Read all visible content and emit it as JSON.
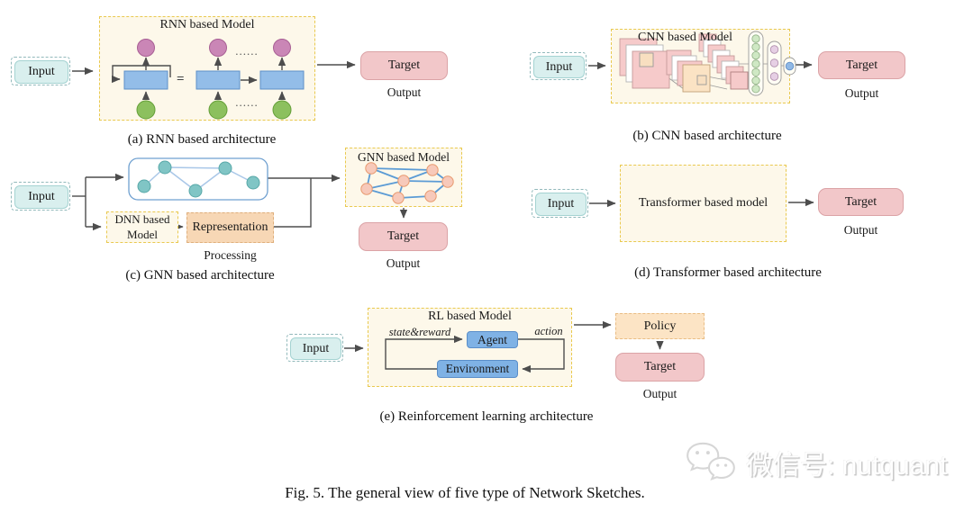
{
  "panels": {
    "a": {
      "input": "Input",
      "model_title": "RNN based Model",
      "equals": "=",
      "dots_top": "......",
      "dots_bottom": "......",
      "target": "Target",
      "output": "Output",
      "caption": "(a) RNN based architecture"
    },
    "b": {
      "input": "Input",
      "model_title": "CNN based Model",
      "target": "Target",
      "output": "Output",
      "caption": "(b) CNN based architecture"
    },
    "c": {
      "input": "Input",
      "model_title": "GNN based Model",
      "dnn_line1": "DNN based",
      "dnn_line2": "Model",
      "representation": "Representation",
      "processing": "Processing",
      "target": "Target",
      "output": "Output",
      "caption": "(c) GNN based architecture"
    },
    "d": {
      "input": "Input",
      "model_label": "Transformer  based  model",
      "target": "Target",
      "output": "Output",
      "caption": "(d) Transformer based architecture"
    },
    "e": {
      "input": "Input",
      "model_title": "RL based Model",
      "state_reward": "state&reward",
      "action": "action",
      "agent": "Agent",
      "environment": "Environment",
      "policy": "Policy",
      "target": "Target",
      "output": "Output",
      "caption": "(e) Reinforcement  learning  architecture"
    }
  },
  "watermark": {
    "text": "微信号: nutquant"
  },
  "figure_caption": "Fig. 5.  The general view of five type of Network Sketches.",
  "colors": {
    "panel_fill": "#fdf8ea",
    "panel_border": "#e9c94f",
    "input_fill": "#d9efee",
    "target_fill": "#f2c7c9",
    "policy_fill": "#fce4c5",
    "representation_fill": "#f7d7b5",
    "agent_blue": "#7fb2e5",
    "rnn_cell_blue": "#93bde8",
    "rnn_pink_node": "#ca86b6",
    "rnn_green_node": "#8cc05e",
    "graph_teal_node": "#80c5c5",
    "gnn_pink_node": "#f7c9ba",
    "edge_blue": "#5b9bd5",
    "arrow": "#4d4d4d"
  }
}
